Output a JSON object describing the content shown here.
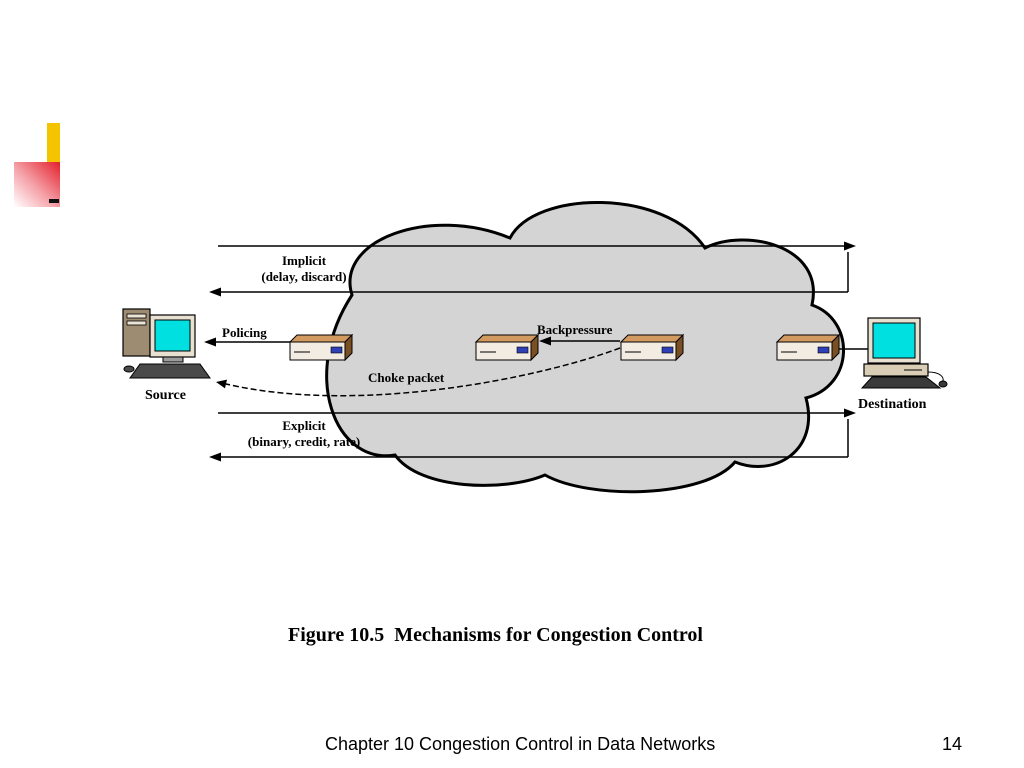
{
  "slide": {
    "footer": "Chapter 10 Congestion Control in Data Networks",
    "page_number": "14"
  },
  "figure": {
    "caption": "Figure 10.5  Mechanisms for Congestion Control",
    "labels": {
      "implicit": "Implicit",
      "implicit_detail": "(delay, discard)",
      "policing": "Policing",
      "backpressure": "Backpressure",
      "choke_packet": "Choke packet",
      "explicit": "Explicit",
      "explicit_detail": "(binary, credit, rate)",
      "source": "Source",
      "destination": "Destination"
    },
    "icons": {
      "source_host": "desktop-computer-icon",
      "destination_host": "desktop-computer-icon",
      "network_node": "router-icon"
    }
  },
  "colors": {
    "accent_yellow": "#f5c400",
    "accent_red": "#e3202c",
    "cloud_fill": "#d4d4d4",
    "screen": "#00e0e0"
  }
}
